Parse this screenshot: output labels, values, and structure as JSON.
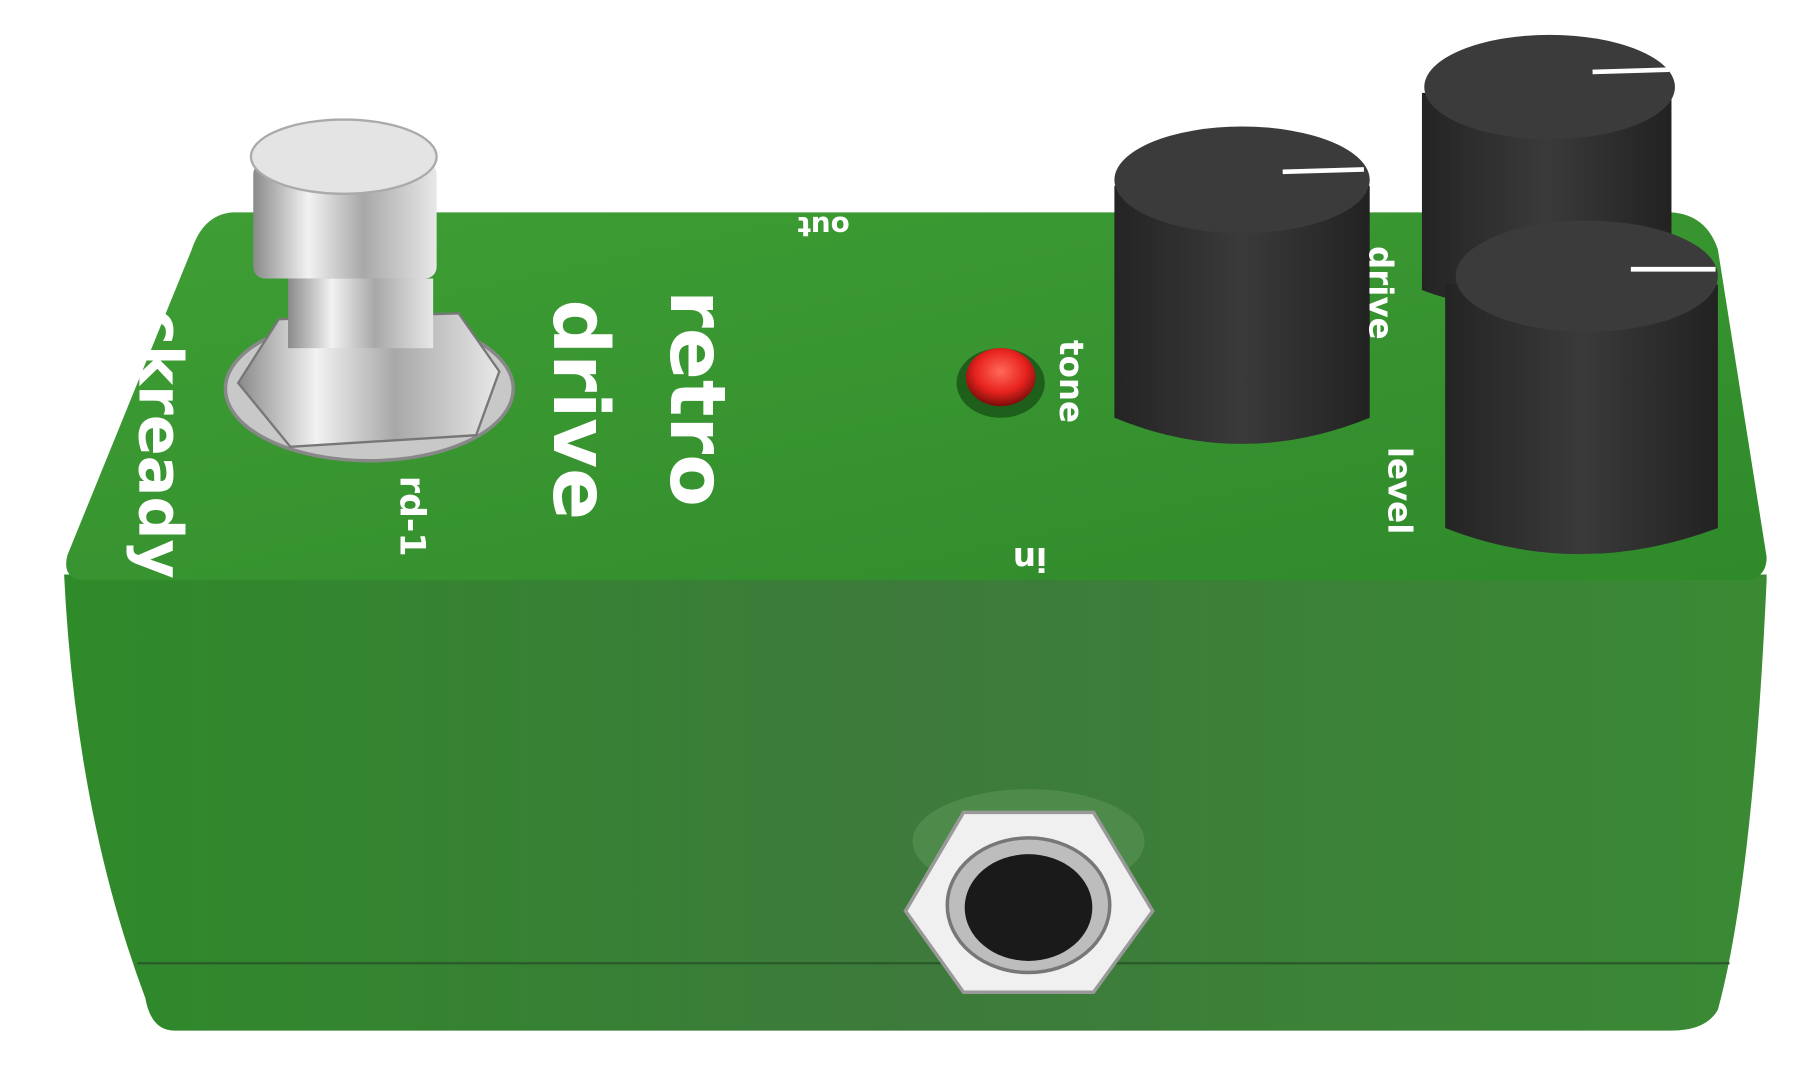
{
  "product": {
    "brand": "rockready",
    "name_line1": "retro",
    "name_line2": "drive",
    "model": "rd-1",
    "labels": {
      "out": "out",
      "in": "in",
      "tone": "tone",
      "drive": "drive",
      "level": "level"
    },
    "knobs": [
      "tone",
      "drive",
      "level"
    ],
    "led_state": "on"
  },
  "colors": {
    "enclosure_top": "#3a9a33",
    "enclosure_front": "#3b7d39",
    "knob": "#2e2e2e",
    "led": "#e8231e",
    "metal": "#d9d9d9"
  }
}
